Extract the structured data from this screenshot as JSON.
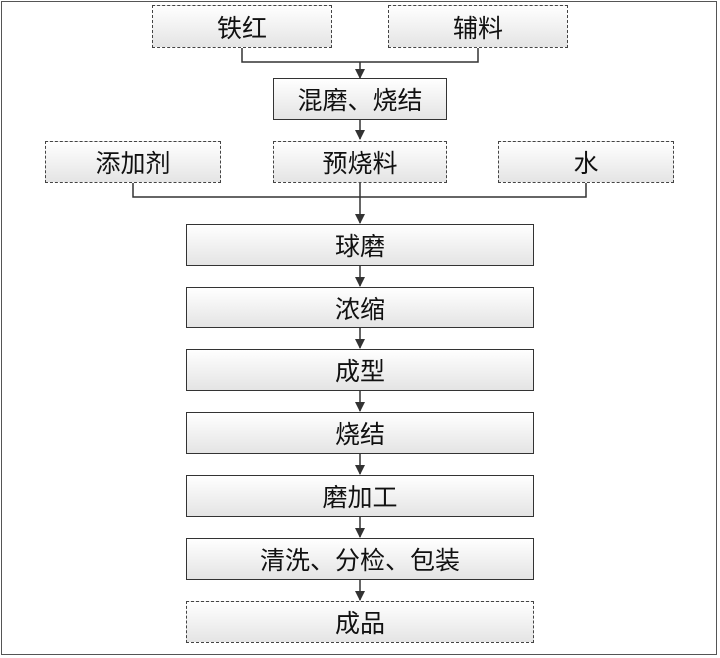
{
  "inputs": {
    "iron_red": "铁红",
    "auxiliary": "辅料"
  },
  "steps": {
    "mix_sinter": "混磨、烧结",
    "additive": "添加剂",
    "presintered": "预烧料",
    "water": "水",
    "ball_mill": "球磨",
    "concentrate": "浓缩",
    "forming": "成型",
    "sintering": "烧结",
    "grinding": "磨加工",
    "clean_inspect_pack": "清洗、分检、包装",
    "product": "成品"
  },
  "colors": {
    "line": "#333333",
    "box_top": "#ffffff",
    "box_bottom": "#e4e4e4"
  }
}
